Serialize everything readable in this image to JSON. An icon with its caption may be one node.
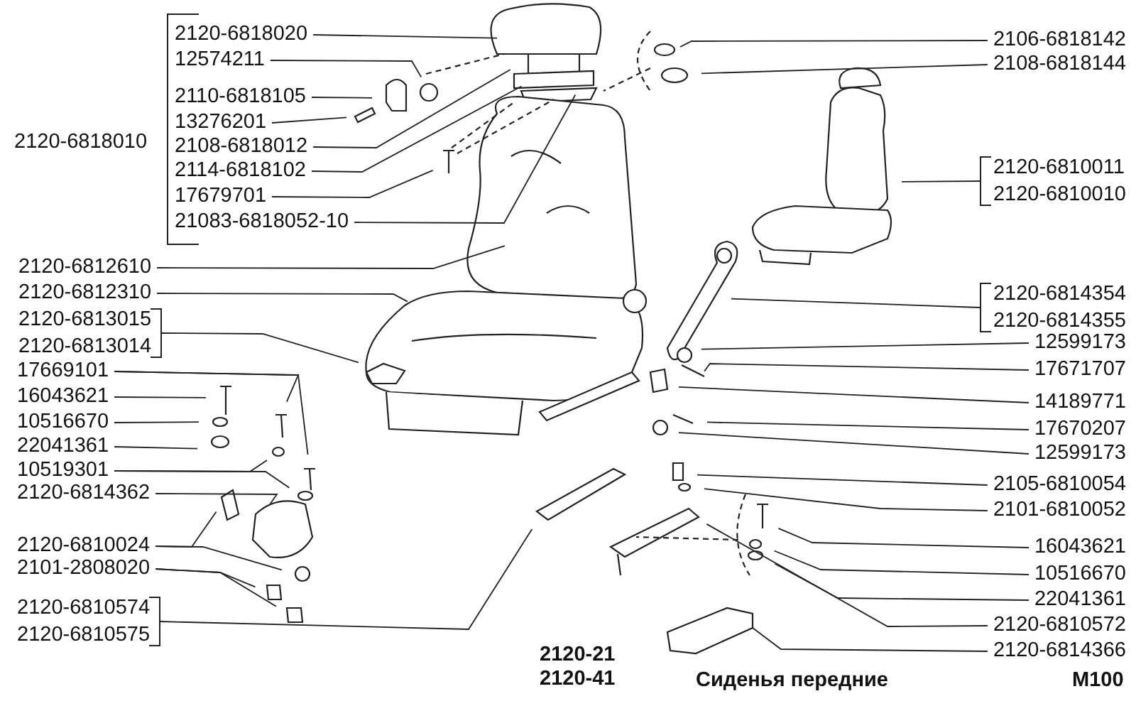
{
  "diagram": {
    "title": "Сиденья передние",
    "nodes": [
      {
        "text": [
          "2120-6818020"
        ]
      },
      {
        "text": [
          "12574211"
        ]
      },
      {
        "text": [
          "2110-6818105"
        ]
      },
      {
        "text": [
          "13276201"
        ]
      },
      {
        "text": [
          "2108-6818012"
        ]
      },
      {
        "text": [
          "2114-6818102"
        ]
      },
      {
        "text": [
          "17679701"
        ]
      },
      {
        "text": [
          "21083-6818052-10"
        ]
      },
      {
        "text": [
          "2120-6812610"
        ]
      },
      {
        "text": [
          "2120-6812310"
        ]
      },
      {
        "text": [
          "2120-6813015",
          "2120-6813014"
        ]
      },
      {
        "text": [
          "17669101"
        ]
      },
      {
        "text": [
          "16043621"
        ]
      },
      {
        "text": [
          "10516670"
        ]
      },
      {
        "text": [
          "22041361"
        ]
      },
      {
        "text": [
          "10519301"
        ]
      },
      {
        "text": [
          "2120-6814362"
        ]
      },
      {
        "text": [
          "2120-6810024"
        ]
      },
      {
        "text": [
          "2101-2808020"
        ]
      },
      {
        "text": [
          "2120-6810574",
          "2120-6810575"
        ]
      },
      {
        "text": [
          "2106-6818142"
        ]
      },
      {
        "text": [
          "2108-6818144"
        ]
      },
      {
        "text": [
          "2120-6810011",
          "2120-6810010"
        ]
      },
      {
        "text": [
          "2120-6814354",
          "2120-6814355"
        ]
      },
      {
        "text": [
          "12599173"
        ]
      },
      {
        "text": [
          "17671707"
        ]
      },
      {
        "text": [
          "14189771"
        ]
      },
      {
        "text": [
          "17670207"
        ]
      },
      {
        "text": [
          "12599173"
        ]
      },
      {
        "text": [
          "2105-6810054"
        ]
      },
      {
        "text": [
          "2101-6810052"
        ]
      },
      {
        "text": [
          "16043621"
        ]
      },
      {
        "text": [
          "10516670"
        ]
      },
      {
        "text": [
          "22041361"
        ]
      },
      {
        "text": [
          "2120-6810572"
        ]
      },
      {
        "text": [
          "2120-6814366"
        ]
      }
    ],
    "edges": [
      {
        "from": 0,
        "to": null,
        "arrow": "none"
      },
      {
        "from": 1,
        "to": null,
        "arrow": "none"
      },
      {
        "from": 2,
        "to": null,
        "arrow": "none"
      },
      {
        "from": 3,
        "to": null,
        "arrow": "none"
      },
      {
        "from": 4,
        "to": null,
        "arrow": "none"
      },
      {
        "from": 5,
        "to": null,
        "arrow": "none"
      },
      {
        "from": 6,
        "to": null,
        "arrow": "none"
      },
      {
        "from": 7,
        "to": null,
        "arrow": "none"
      },
      {
        "from": 8,
        "to": null,
        "arrow": "none"
      },
      {
        "from": 9,
        "to": null,
        "arrow": "none"
      },
      {
        "from": 10,
        "to": null,
        "arrow": "none"
      },
      {
        "from": 11,
        "to": null,
        "arrow": "none"
      },
      {
        "from": 11,
        "to": null,
        "arrow": "none"
      },
      {
        "from": 12,
        "to": null,
        "arrow": "none"
      },
      {
        "from": 13,
        "to": null,
        "arrow": "none"
      },
      {
        "from": 14,
        "to": null,
        "arrow": "none"
      },
      {
        "from": 15,
        "to": null,
        "arrow": "none"
      },
      {
        "from": 15,
        "to": null,
        "arrow": "none"
      },
      {
        "from": 16,
        "to": null,
        "arrow": "none"
      },
      {
        "from": 17,
        "to": null,
        "arrow": "none"
      },
      {
        "from": 17,
        "to": null,
        "arrow": "none"
      },
      {
        "from": 18,
        "to": null,
        "arrow": "none"
      },
      {
        "from": 18,
        "to": null,
        "arrow": "none"
      },
      {
        "from": 19,
        "to": null,
        "arrow": "none"
      },
      {
        "from": 20,
        "to": null,
        "arrow": "none"
      },
      {
        "from": 21,
        "to": null,
        "arrow": "none"
      },
      {
        "from": 22,
        "to": null,
        "arrow": "none"
      },
      {
        "from": 23,
        "to": null,
        "arrow": "none"
      },
      {
        "from": 24,
        "to": null,
        "arrow": "none"
      },
      {
        "from": 25,
        "to": null,
        "arrow": "none"
      },
      {
        "from": 26,
        "to": null,
        "arrow": "none"
      },
      {
        "from": 27,
        "to": null,
        "arrow": "none"
      },
      {
        "from": 28,
        "to": null,
        "arrow": "none"
      },
      {
        "from": 29,
        "to": null,
        "arrow": "none"
      },
      {
        "from": 30,
        "to": null,
        "arrow": "none"
      },
      {
        "from": 31,
        "to": null,
        "arrow": "none"
      },
      {
        "from": 32,
        "to": null,
        "arrow": "none"
      },
      {
        "from": 33,
        "to": null,
        "arrow": "none"
      },
      {
        "from": 34,
        "to": null,
        "arrow": "none"
      },
      {
        "from": 35,
        "to": null,
        "arrow": "none"
      }
    ],
    "labels": [
      "2120-6818010",
      "2120-21",
      "2120-41",
      "M100"
    ]
  }
}
